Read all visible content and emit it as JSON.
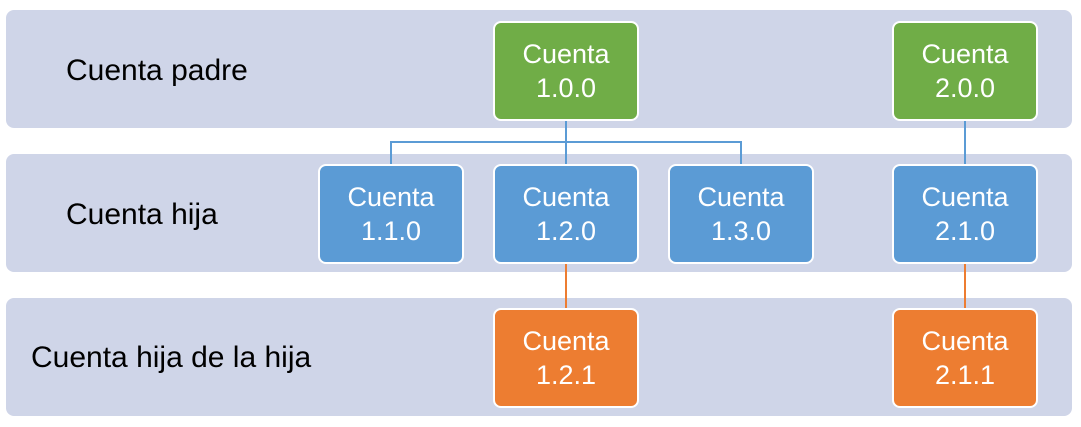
{
  "colors": {
    "band": "#cfd5e8",
    "parent": "#70ad47",
    "child": "#5b9bd5",
    "grandchild": "#ed7d31",
    "connector_blue": "#5b9bd5",
    "connector_orange": "#ed7d31"
  },
  "levels": [
    {
      "label": "Cuenta padre"
    },
    {
      "label": "Cuenta hija"
    },
    {
      "label": "Cuenta hija de la hija"
    }
  ],
  "nodes": [
    {
      "id": "1.0.0",
      "line1": "Cuenta",
      "line2": "1.0.0",
      "level": "parent"
    },
    {
      "id": "2.0.0",
      "line1": "Cuenta",
      "line2": "2.0.0",
      "level": "parent"
    },
    {
      "id": "1.1.0",
      "line1": "Cuenta",
      "line2": "1.1.0",
      "level": "child"
    },
    {
      "id": "1.2.0",
      "line1": "Cuenta",
      "line2": "1.2.0",
      "level": "child"
    },
    {
      "id": "1.3.0",
      "line1": "Cuenta",
      "line2": "1.3.0",
      "level": "child"
    },
    {
      "id": "2.1.0",
      "line1": "Cuenta",
      "line2": "2.1.0",
      "level": "child"
    },
    {
      "id": "1.2.1",
      "line1": "Cuenta",
      "line2": "1.2.1",
      "level": "grandchild"
    },
    {
      "id": "2.1.1",
      "line1": "Cuenta",
      "line2": "2.1.1",
      "level": "grandchild"
    }
  ],
  "edges": [
    {
      "from": "1.0.0",
      "to": "1.1.0"
    },
    {
      "from": "1.0.0",
      "to": "1.2.0"
    },
    {
      "from": "1.0.0",
      "to": "1.3.0"
    },
    {
      "from": "2.0.0",
      "to": "2.1.0"
    },
    {
      "from": "1.2.0",
      "to": "1.2.1"
    },
    {
      "from": "2.1.0",
      "to": "2.1.1"
    }
  ]
}
